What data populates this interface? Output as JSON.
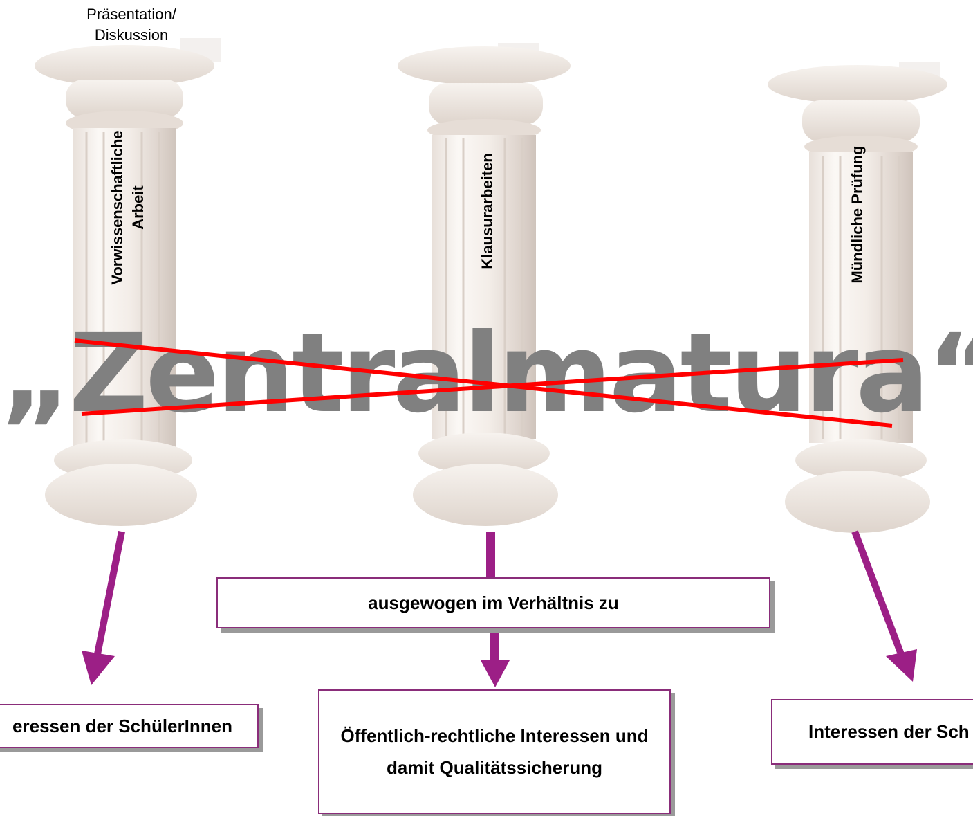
{
  "top_note": "Präsentation/\nDiskussion",
  "columns": [
    {
      "label_line1": "Vorwissenschaftliche",
      "label_line2": "Arbeit"
    },
    {
      "label_line1": "Klausurarbeiten"
    },
    {
      "label_line1": "Mündliche Prüfung"
    }
  ],
  "crossed_title": "„Zentralmatura“",
  "boxes": {
    "left": "eressen der SchülerInnen",
    "middle_top": "ausgewogen im Verhältnis zu",
    "middle_bottom": "Öffentlich-rechtliche Interessen und damit Qualitätssicherung",
    "right": "Interessen der Sch"
  },
  "colors": {
    "arrow": "#9c1f86",
    "cross": "#ff0000",
    "title": "#808080",
    "box_border": "#8a2d7a"
  }
}
